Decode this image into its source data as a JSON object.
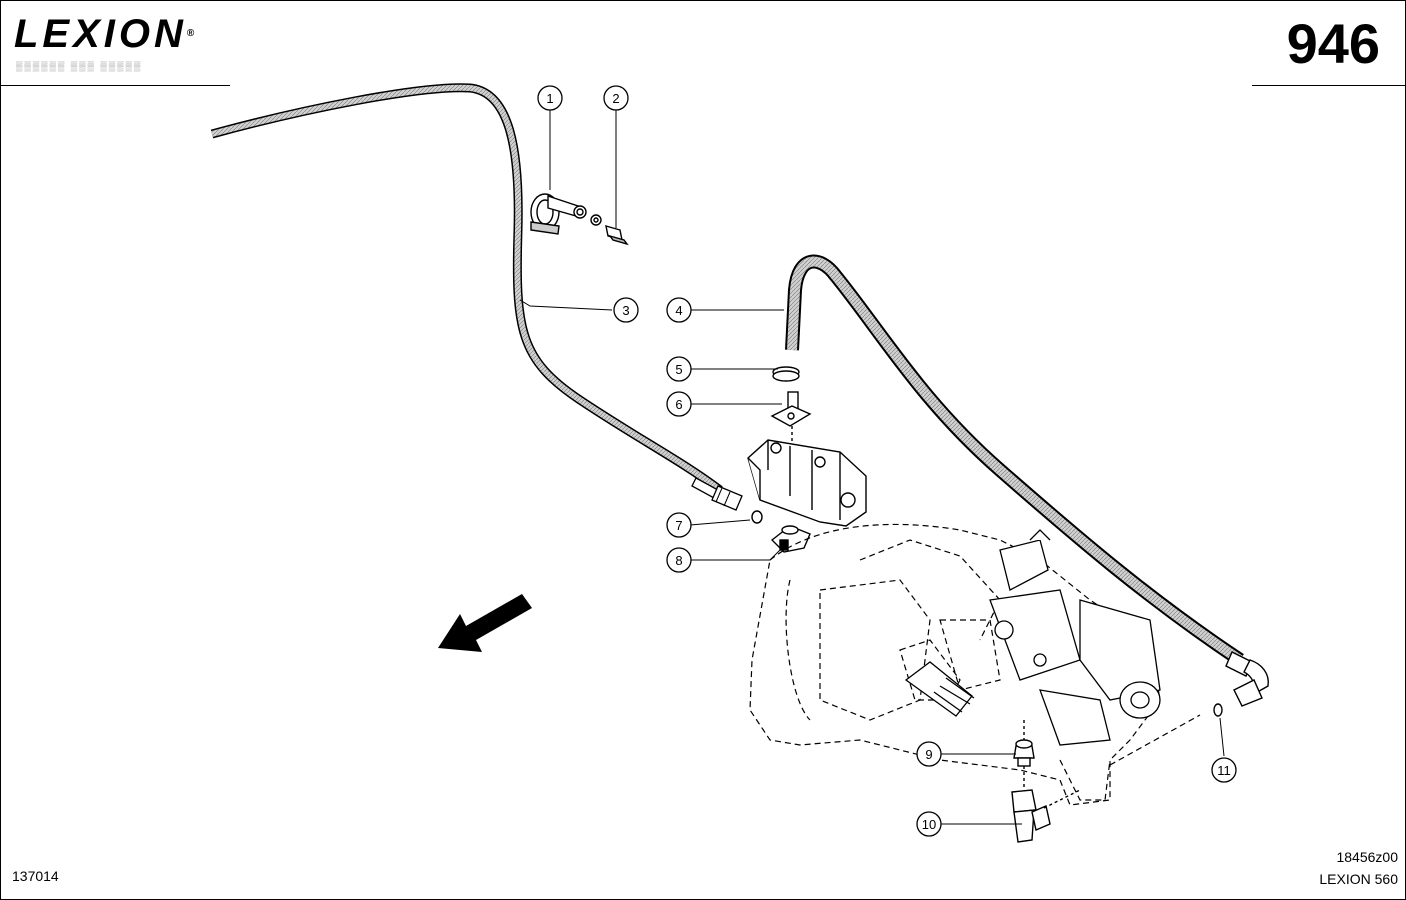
{
  "header": {
    "brand": "LEXION",
    "page_number": "946"
  },
  "footer": {
    "ref_left": "137014",
    "drawing_id": "18456z00",
    "model": "LEXION 560"
  },
  "callouts": [
    "1",
    "2",
    "3",
    "4",
    "5",
    "6",
    "7",
    "8",
    "9",
    "10",
    "11"
  ],
  "colors": {
    "line": "#000000",
    "hose_fill": "#bdbdbd",
    "background": "#ffffff"
  }
}
